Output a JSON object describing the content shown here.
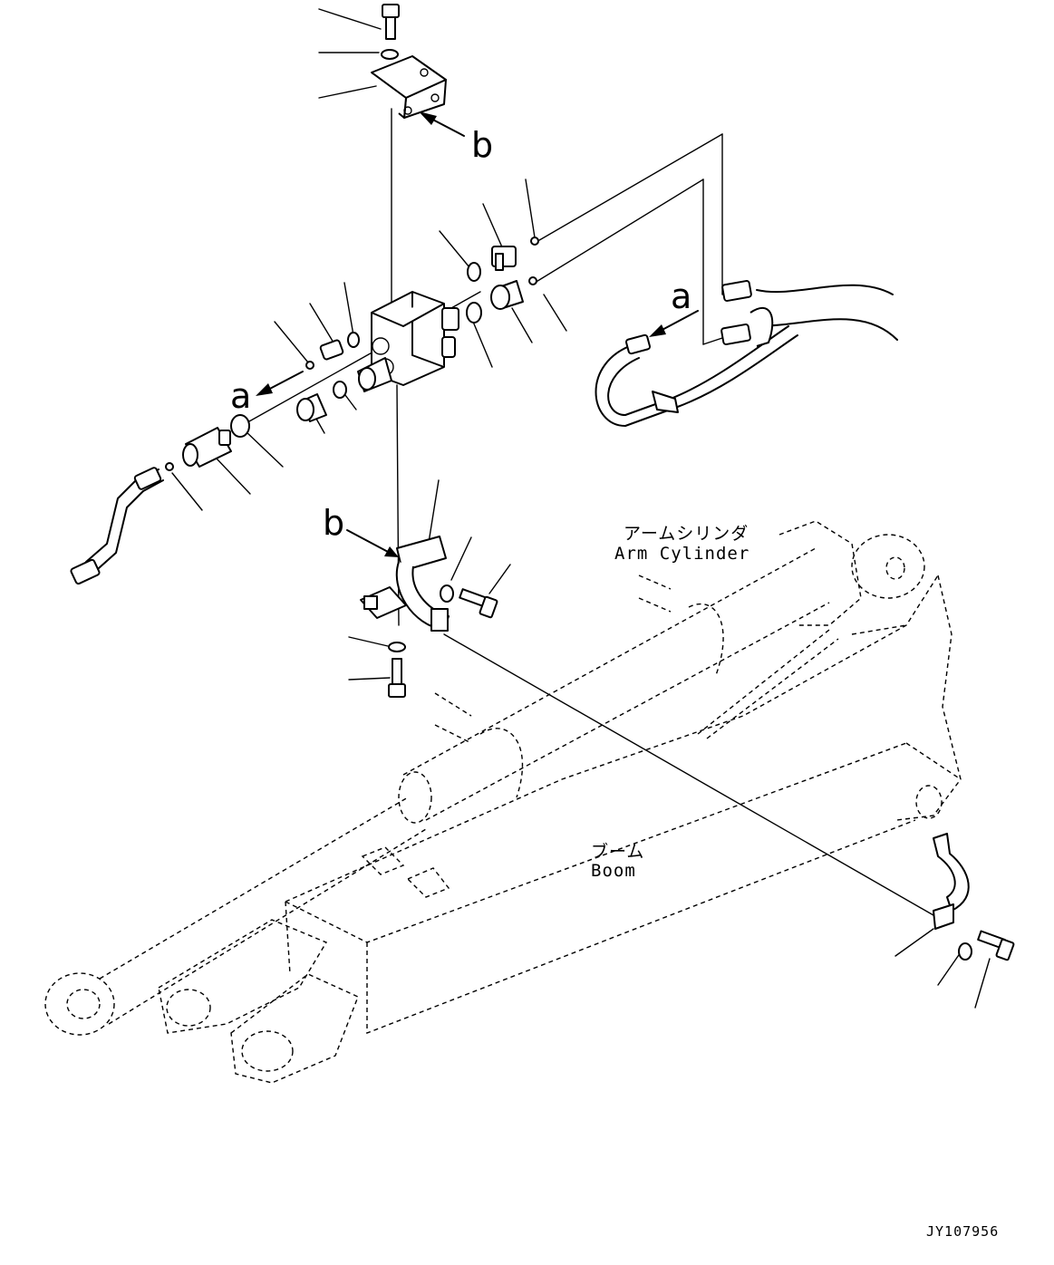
{
  "labels": {
    "arm_cylinder_jp": "アームシリンダ",
    "arm_cylinder_en": "Arm Cylinder",
    "boom_jp": "ブーム",
    "boom_en": "Boom",
    "view_a": "a",
    "view_b": "b",
    "drawing_id": "JY107956"
  }
}
